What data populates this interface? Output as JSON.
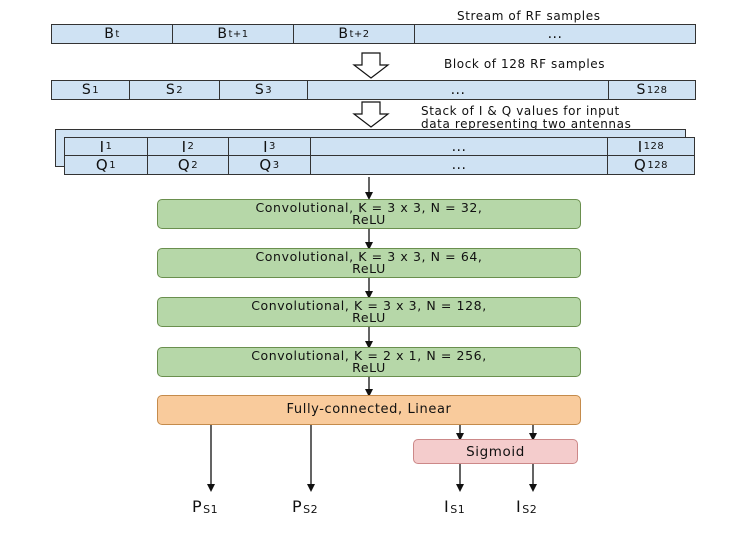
{
  "stream": {
    "caption": "Stream of RF samples",
    "cells": [
      {
        "sym": "B",
        "sub": "t"
      },
      {
        "sym": "B",
        "sub": "t+1"
      },
      {
        "sym": "B",
        "sub": "t+2"
      },
      {
        "sym": "...",
        "sub": ""
      }
    ]
  },
  "block": {
    "caption": "Block of 128 RF samples",
    "cells": [
      {
        "sym": "S",
        "sub": "1"
      },
      {
        "sym": "S",
        "sub": "2"
      },
      {
        "sym": "S",
        "sub": "3"
      },
      {
        "sym": "...",
        "sub": ""
      },
      {
        "sym": "S",
        "sub": "128"
      }
    ]
  },
  "stack": {
    "caption_line1": "Stack of I & Q values for input",
    "caption_line2": "data representing two antennas",
    "i_row": [
      {
        "sym": "I",
        "sub": "1"
      },
      {
        "sym": "I",
        "sub": "2"
      },
      {
        "sym": "I",
        "sub": "3"
      },
      {
        "sym": "...",
        "sub": ""
      },
      {
        "sym": "I",
        "sub": "128"
      }
    ],
    "q_row": [
      {
        "sym": "Q",
        "sub": "1"
      },
      {
        "sym": "Q",
        "sub": "2"
      },
      {
        "sym": "Q",
        "sub": "3"
      },
      {
        "sym": "...",
        "sub": ""
      },
      {
        "sym": "Q",
        "sub": "128"
      }
    ]
  },
  "layers": [
    {
      "line1": "Convolutional, K = 3 x 3, N = 32,",
      "line2": "ReLU"
    },
    {
      "line1": "Convolutional, K = 3 x 3, N = 64,",
      "line2": "ReLU"
    },
    {
      "line1": "Convolutional, K = 3 x 3, N = 128,",
      "line2": "ReLU"
    },
    {
      "line1": "Convolutional, K = 2 x 1, N = 256,",
      "line2": "ReLU"
    }
  ],
  "fc": {
    "label": "Fully-connected, Linear"
  },
  "sigmoid": {
    "label": "Sigmoid"
  },
  "outputs": [
    {
      "main": "P",
      "sub": "S1"
    },
    {
      "main": "P",
      "sub": "S2"
    },
    {
      "main": "I",
      "sub": "S1"
    },
    {
      "main": "I",
      "sub": "S2"
    }
  ],
  "colors": {
    "cell_fill": "#cfe2f3",
    "conv_fill": "#b6d7a8",
    "fc_fill": "#f9cb9c",
    "sigmoid_fill": "#f4cccc"
  }
}
